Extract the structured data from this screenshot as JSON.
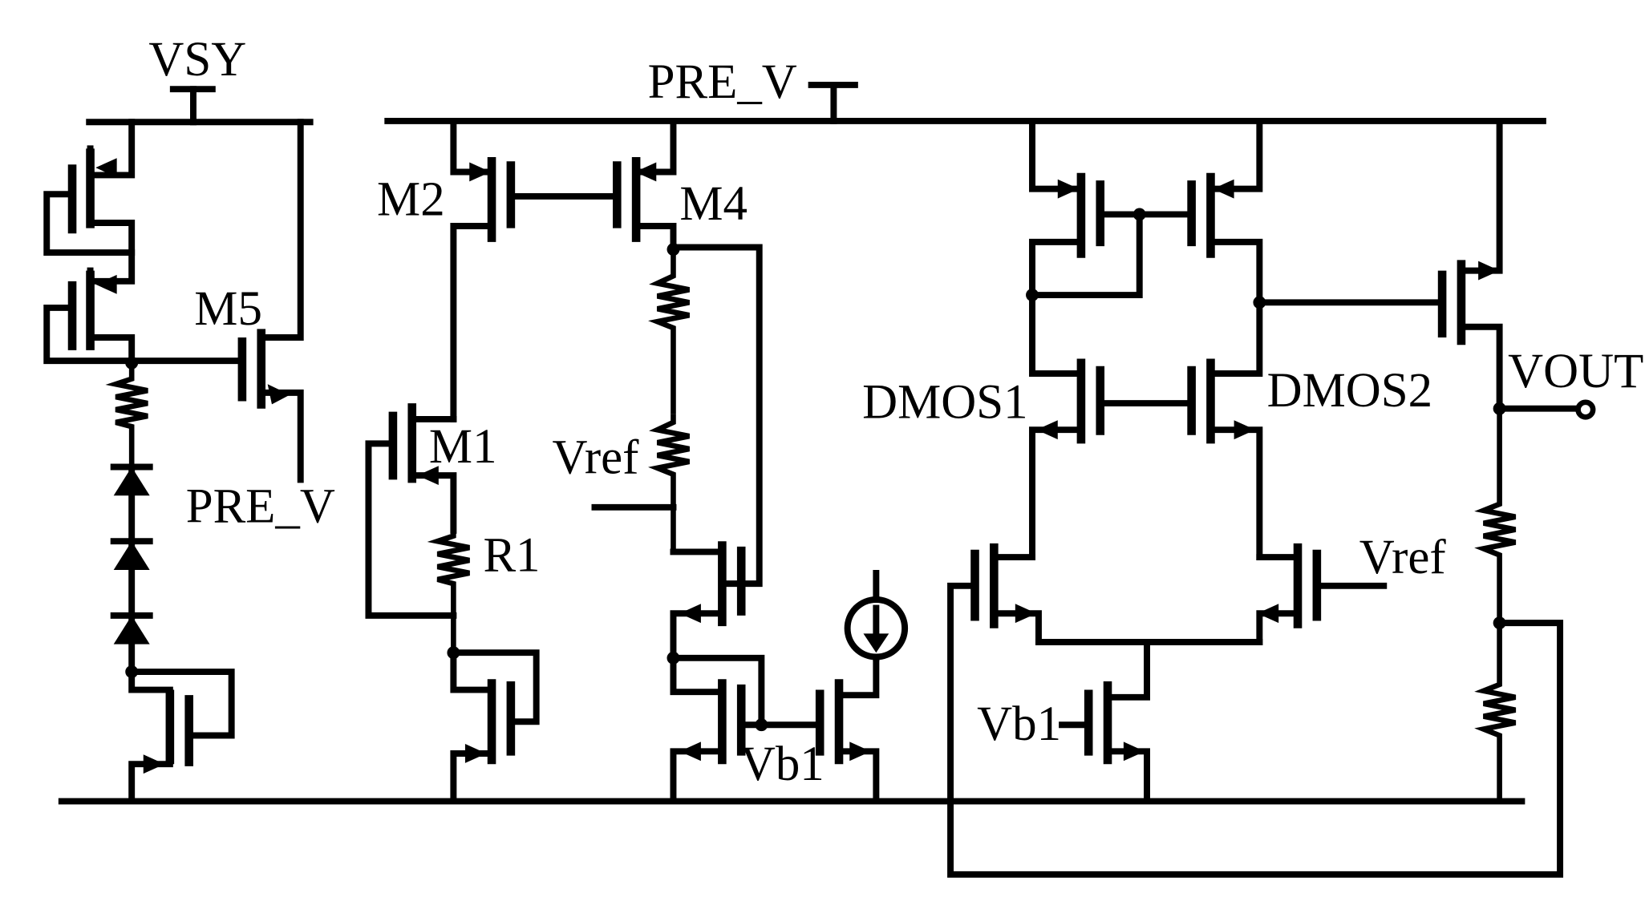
{
  "labels": {
    "vsy": "VSY",
    "pre_v_top": "PRE_V",
    "pre_v_side": "PRE_V",
    "m1": "M1",
    "m2": "M2",
    "m4": "M4",
    "m5": "M5",
    "r1": "R1",
    "vref_left": "Vref",
    "vref_right": "Vref",
    "vb1_mirror": "Vb1",
    "vb1_tail": "Vb1",
    "dmos1": "DMOS1",
    "dmos2": "DMOS2",
    "vout": "VOUT"
  }
}
